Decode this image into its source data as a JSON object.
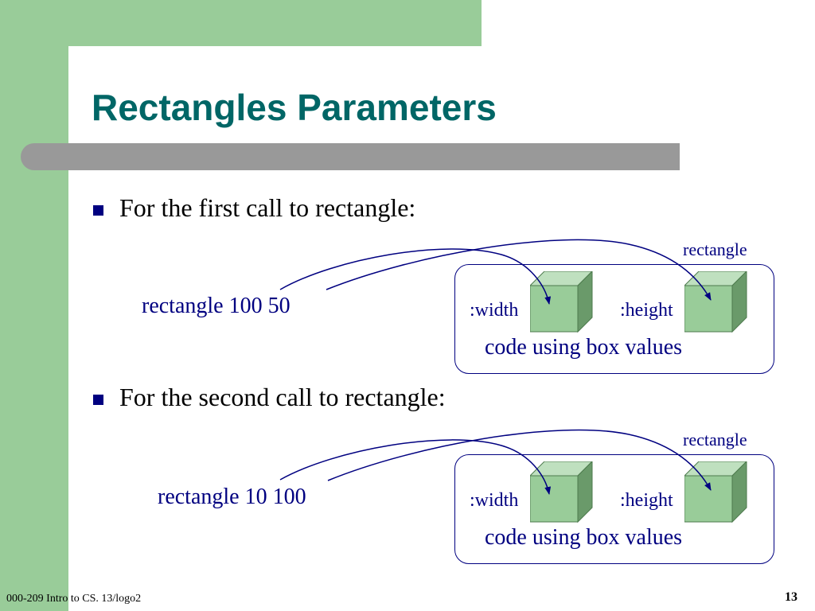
{
  "slide": {
    "title": "Rectangles Parameters",
    "footer_left": "000-209 Intro to CS. 13/logo2",
    "page_number": "13"
  },
  "bullets": [
    {
      "text": "For the first call to rectangle:",
      "call": "rectangle 100  50",
      "procedure_name": "rectangle",
      "params": [
        ":width",
        ":height"
      ],
      "body": "code using box values"
    },
    {
      "text": "For the second call to rectangle:",
      "call": "rectangle 10  100",
      "procedure_name": "rectangle",
      "params": [
        ":width",
        ":height"
      ],
      "body": "code using box values"
    }
  ],
  "colors": {
    "title": "#006666",
    "accent_green": "#99cc99",
    "bar_gray": "#999999",
    "diagram_blue": "#000080",
    "cube_front": "#99cc99",
    "cube_top": "#bfe0bf",
    "cube_side": "#6a9a6a"
  }
}
